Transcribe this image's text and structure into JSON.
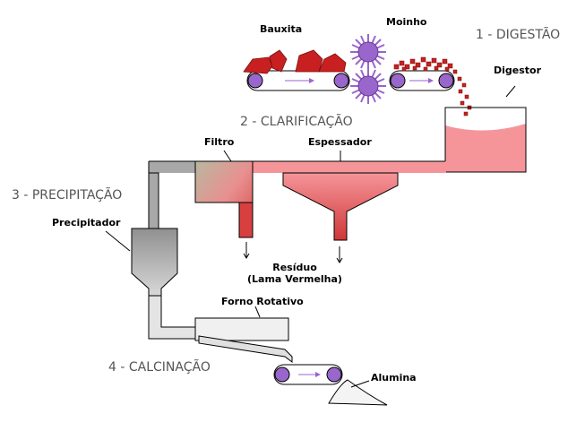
{
  "stages": {
    "digestion": "1 - DIGESTÃO",
    "clarification": "2 - CLARIFICAÇÃO",
    "precipitation": "3 - PRECIPITAÇÃO",
    "calcination": "4 - CALCINAÇÃO"
  },
  "labels": {
    "bauxite": "Bauxita",
    "mill": "Moinho",
    "digester": "Digestor",
    "filter": "Filtro",
    "thickener": "Espessador",
    "precipitator": "Precipitador",
    "residue_line1": "Resíduo",
    "residue_line2": "(Lama Vermelha)",
    "rotary_kiln": "Forno Rotativo",
    "alumina": "Alumina"
  },
  "colors": {
    "liquor": "#f5959a",
    "liquor_light": "#f7b9bb",
    "residue": "#d84040",
    "bauxite": "#c82020",
    "roller": "#9966cc",
    "pipe_gray": "#a8a8a8",
    "arrow": "#9966cc"
  }
}
